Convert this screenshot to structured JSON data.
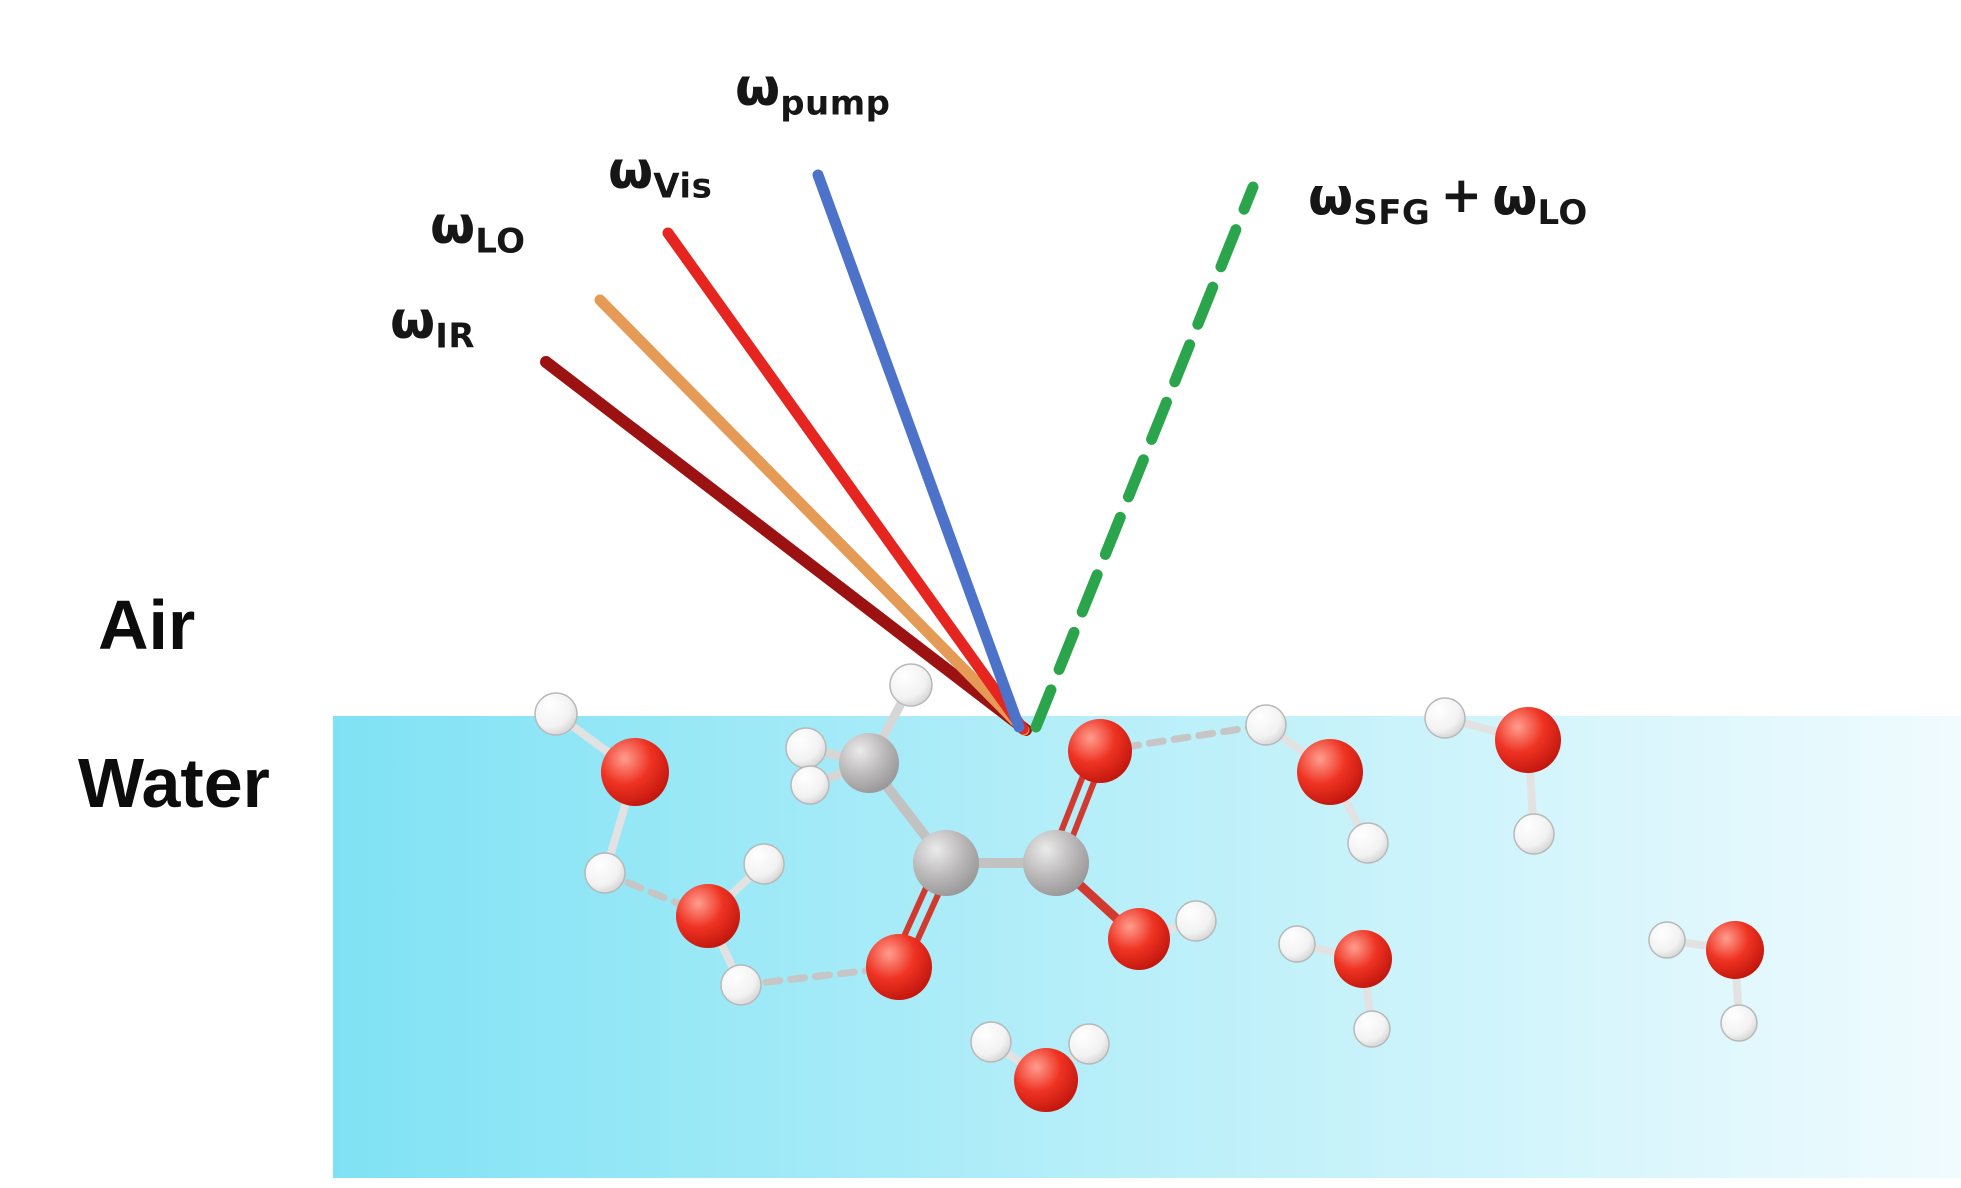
{
  "regions": {
    "air": "Air",
    "water": "Water"
  },
  "beams": {
    "ir": {
      "symbol": "ω",
      "sub": "IR",
      "color": "#9c1212"
    },
    "lo": {
      "symbol": "ω",
      "sub": "LO",
      "color": "#e59a55"
    },
    "vis": {
      "symbol": "ω",
      "sub": "Vis",
      "color": "#e62420"
    },
    "pump": {
      "symbol": "ω",
      "sub": "pump",
      "color": "#4c72c9"
    },
    "sfg": {
      "symbol": "ω",
      "sub": "SFG",
      "plus": "+",
      "symbol2": "ω",
      "sub2": "LO",
      "color": "#2ba54b"
    }
  },
  "colors": {
    "water_gradient_start": "#7fe2f4",
    "water_gradient_mid": "#b4eef9",
    "water_gradient_end": "#f0fbfe",
    "oxygen": "#e5231b",
    "carbon": "#a9a9a9",
    "hydrogen": "#f4f4f4",
    "hydrogen_bond": "#c6c6c6"
  }
}
